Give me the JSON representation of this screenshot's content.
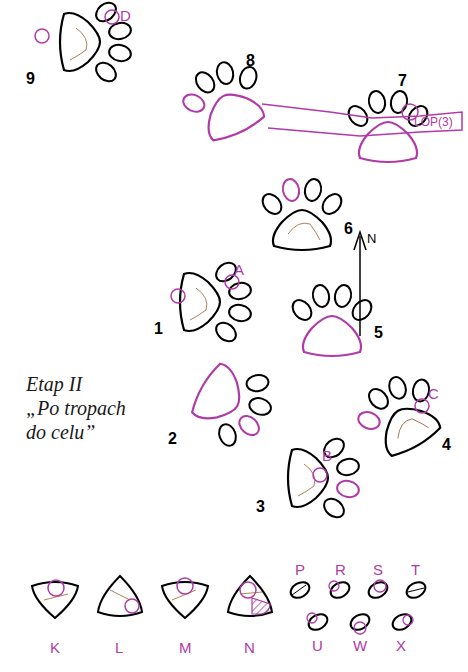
{
  "diagram": {
    "title": "Etap II",
    "caption": "„Po tropach do celu”",
    "labels": [
      "D",
      "8",
      "9",
      "7",
      "LOP(3)",
      "N",
      "6",
      "A",
      "1",
      "5",
      "C",
      "2",
      "4",
      "B",
      "3",
      "K",
      "L",
      "M",
      "N",
      "P",
      "R",
      "S",
      "T",
      "U",
      "W",
      "X"
    ]
  }
}
